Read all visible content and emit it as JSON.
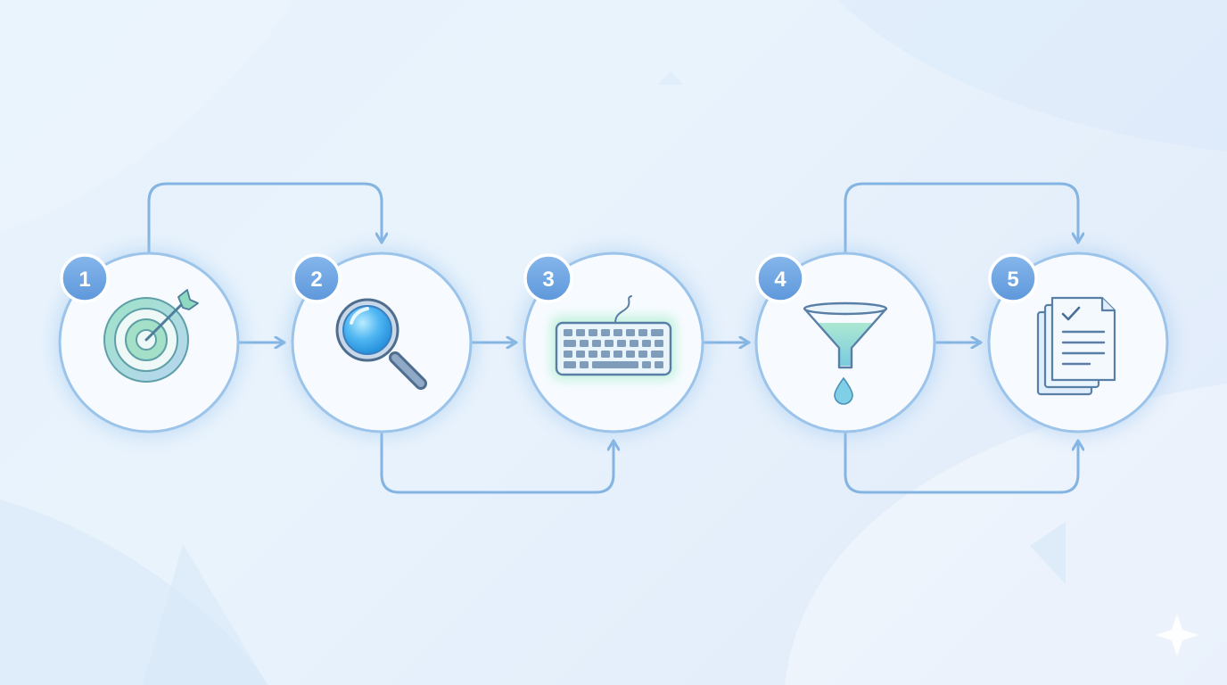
{
  "steps": [
    {
      "number": "1",
      "icon": "target-icon"
    },
    {
      "number": "2",
      "icon": "magnifier-icon"
    },
    {
      "number": "3",
      "icon": "keyboard-icon"
    },
    {
      "number": "4",
      "icon": "funnel-icon"
    },
    {
      "number": "5",
      "icon": "documents-icon"
    }
  ],
  "colors": {
    "background": "#e6f2fc",
    "circle_stroke": "#9cc4ea",
    "connector": "#84b4e2",
    "badge": "#6aa3e3",
    "accent_green": "#8fd9c0",
    "accent_blue": "#4fb6f2"
  }
}
